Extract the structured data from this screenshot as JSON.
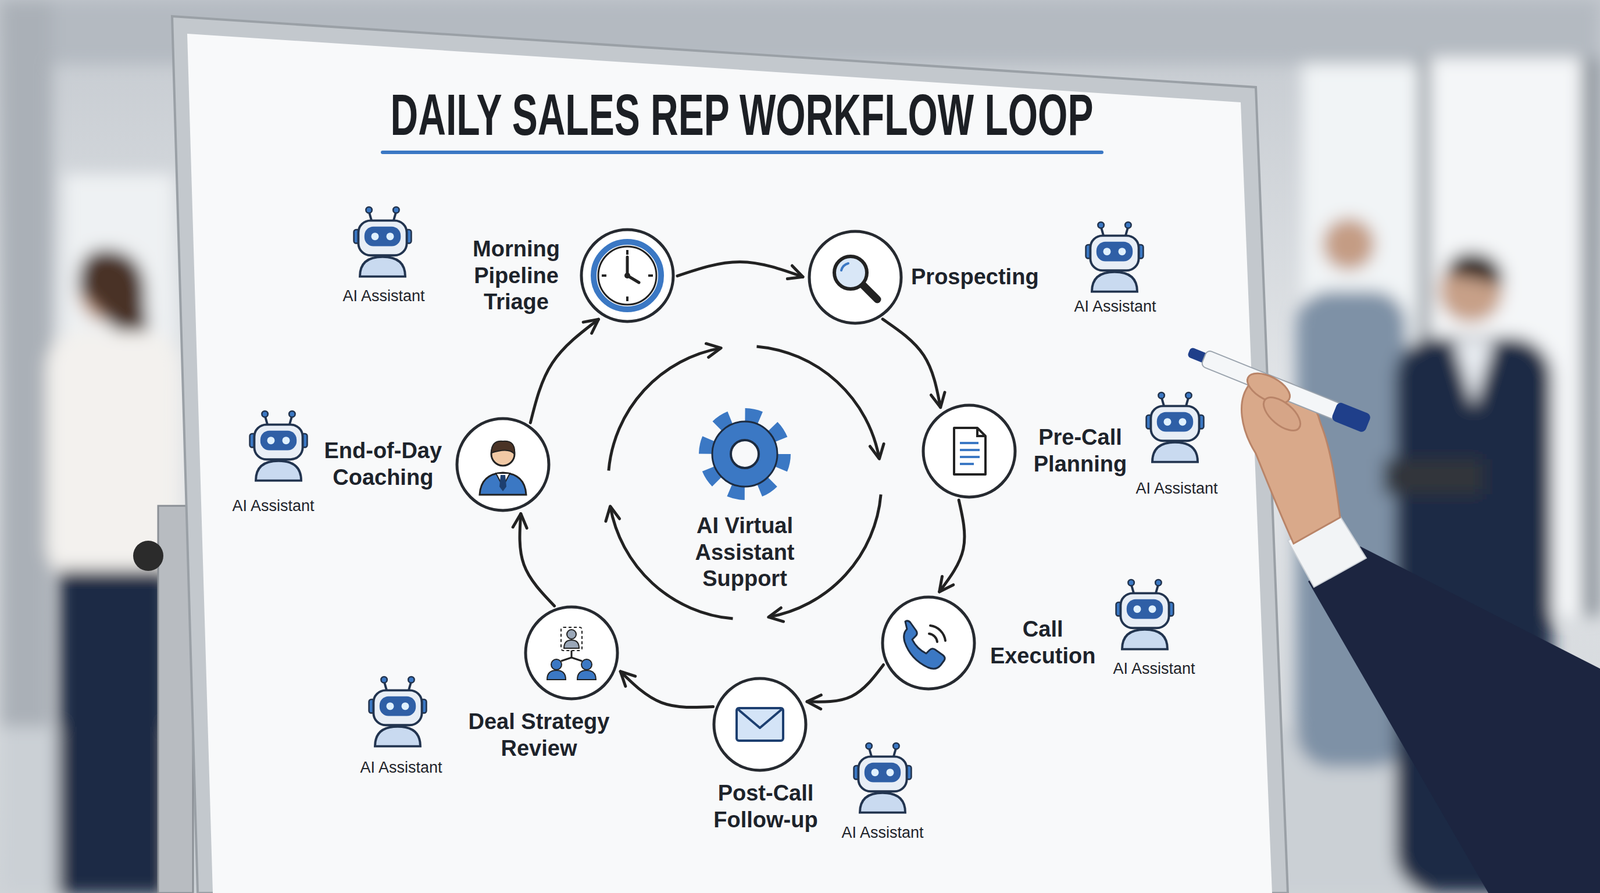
{
  "diagram": {
    "title": "DAILY SALES REP WORKFLOW LOOP",
    "nodes": [
      {
        "text": [
          "Morning Pipeline Triage"
        ]
      },
      {
        "text": [
          "Prospecting"
        ]
      },
      {
        "text": [
          "Pre-Call Planning"
        ]
      },
      {
        "text": [
          "Call Execution"
        ]
      },
      {
        "text": [
          "Post-Call Follow-up"
        ]
      },
      {
        "text": [
          "Deal Strategy Review"
        ]
      },
      {
        "text": [
          "End-of-Day Coaching"
        ]
      }
    ],
    "edges": [
      {
        "from": 0,
        "to": 1,
        "arrow": "to"
      },
      {
        "from": 1,
        "to": 2,
        "arrow": "to"
      },
      {
        "from": 2,
        "to": 3,
        "arrow": "to"
      },
      {
        "from": 3,
        "to": 4,
        "arrow": "to"
      },
      {
        "from": 4,
        "to": 5,
        "arrow": "to"
      },
      {
        "from": 5,
        "to": 6,
        "arrow": "to"
      },
      {
        "from": 6,
        "to": 0,
        "arrow": "to"
      }
    ],
    "labels": [
      "AI Assistant",
      "AI Assistant",
      "AI Assistant",
      "AI Assistant",
      "AI Assistant",
      "AI Assistant",
      "AI Assistant",
      "AI Virtual Assistant Support"
    ]
  }
}
